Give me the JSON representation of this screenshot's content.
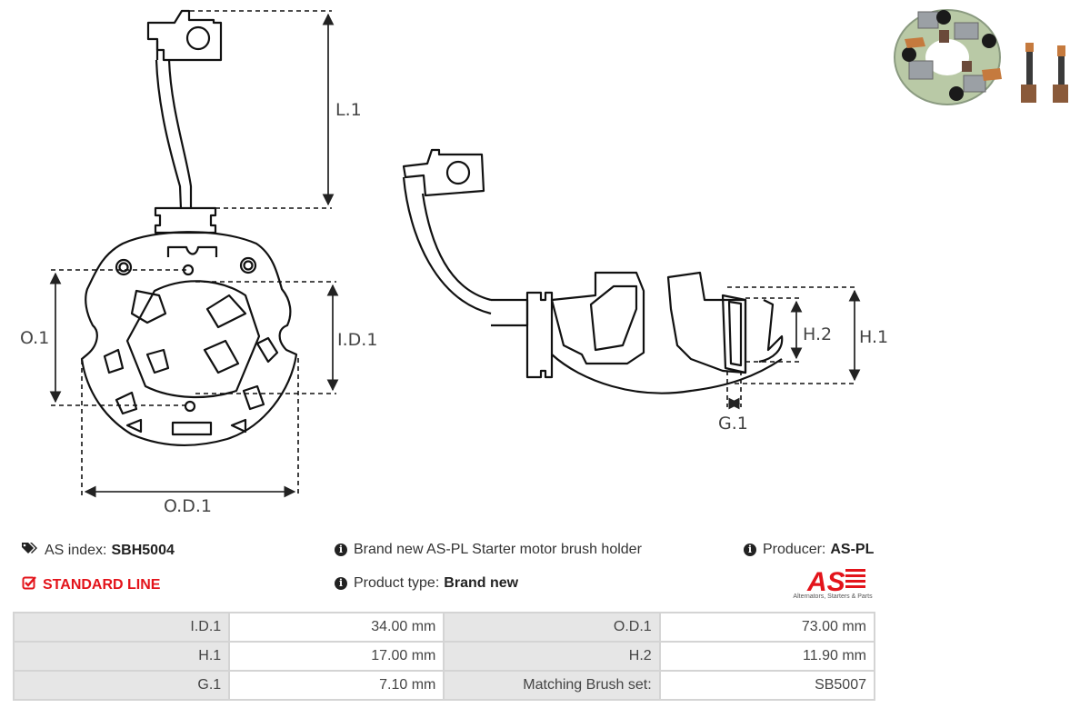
{
  "drawing": {
    "labels": {
      "l1": "L.1",
      "o1": "O.1",
      "id1": "I.D.1",
      "od1": "O.D.1",
      "h2": "H.2",
      "h1": "H.1",
      "g1": "G.1"
    }
  },
  "info": {
    "as_index_label": "AS index:",
    "as_index_value": "SBH5004",
    "standard_line": "STANDARD LINE",
    "description": "Brand new AS-PL Starter motor brush holder",
    "product_type_label": "Product type:",
    "product_type_value": "Brand new",
    "producer_label": "Producer:",
    "producer_value": "AS-PL",
    "icons": {
      "as_index": "tags-icon",
      "standard_line": "check-square-icon",
      "description": "info-circle-icon",
      "product_type": "info-circle-icon",
      "producer": "info-circle-icon"
    }
  },
  "logo": {
    "mark": "AS",
    "tagline": "Alternators, Starters & Parts",
    "color": "#e3141b"
  },
  "specs": {
    "rows": [
      {
        "k1": "I.D.1",
        "v1": "34.00 mm",
        "k2": "O.D.1",
        "v2": "73.00 mm"
      },
      {
        "k1": "H.1",
        "v1": "17.00 mm",
        "k2": "H.2",
        "v2": "11.90 mm"
      },
      {
        "k1": "G.1",
        "v1": "7.10 mm",
        "k2": "Matching Brush set:",
        "v2": "SB5007"
      }
    ]
  },
  "colors": {
    "accent_red": "#e3141b",
    "key_cell_bg": "#e6e6e6",
    "border": "#d4d4d4"
  }
}
